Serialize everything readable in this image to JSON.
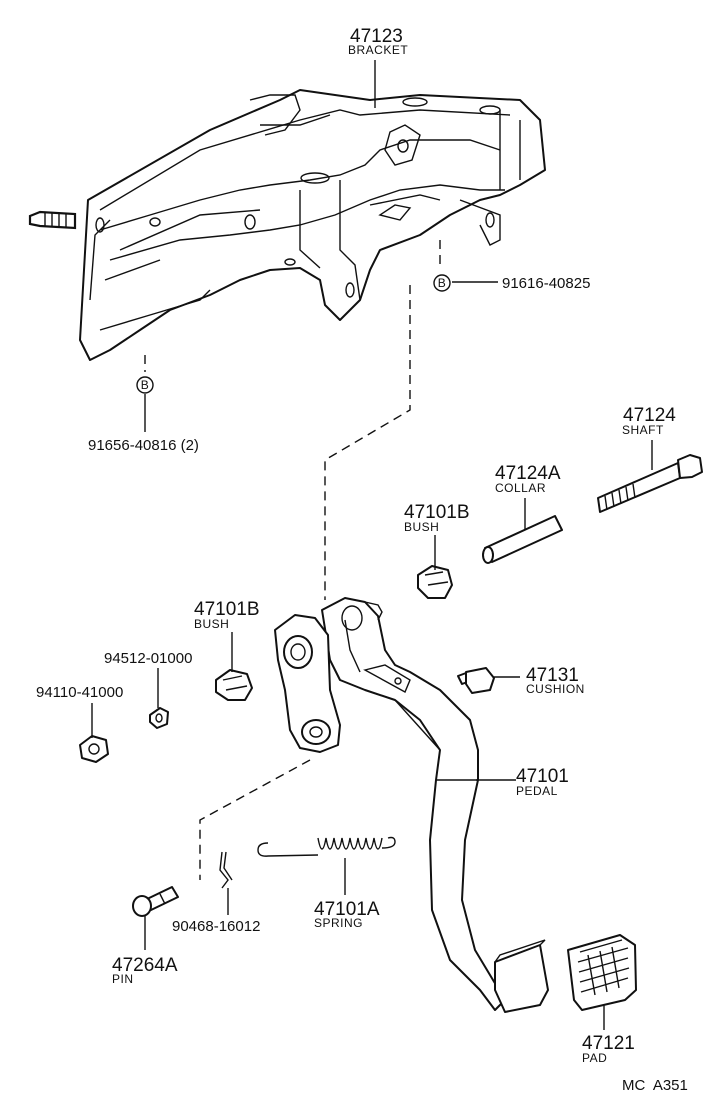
{
  "diagram_code": "MC  A351",
  "callouts": [
    {
      "id": "bracket",
      "number": "47123",
      "label": "BRACKET"
    },
    {
      "id": "bolt-b-right",
      "marker": "B",
      "code": "91616-40825"
    },
    {
      "id": "bolt-b-left",
      "marker": "B",
      "code": "91656-40816 (2)"
    },
    {
      "id": "shaft",
      "number": "47124",
      "label": "SHAFT"
    },
    {
      "id": "collar",
      "number": "47124A",
      "label": "COLLAR"
    },
    {
      "id": "bush-right",
      "number": "47101B",
      "label": "BUSH"
    },
    {
      "id": "bush-left",
      "number": "47101B",
      "label": "BUSH"
    },
    {
      "id": "washer",
      "code": "94512-01000"
    },
    {
      "id": "nut",
      "code": "94110-41000"
    },
    {
      "id": "cushion",
      "number": "47131",
      "label": "CUSHION"
    },
    {
      "id": "pedal",
      "number": "47101",
      "label": "PEDAL"
    },
    {
      "id": "spring",
      "number": "47101A",
      "label": "SPRING"
    },
    {
      "id": "clip",
      "code": "90468-16012"
    },
    {
      "id": "pin",
      "number": "47264A",
      "label": "PIN"
    },
    {
      "id": "pad",
      "number": "47121",
      "label": "PAD"
    }
  ]
}
